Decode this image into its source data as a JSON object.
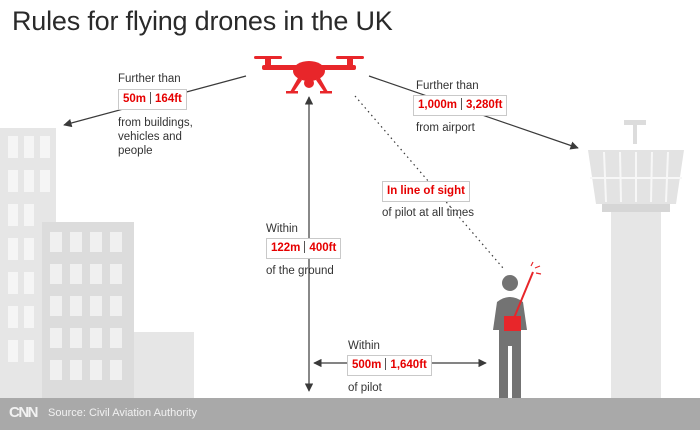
{
  "title": "Rules for flying drones in the UK",
  "rules": {
    "people": {
      "above": "Further than",
      "metric": "50m",
      "imperial": "164ft",
      "below_lines": [
        "from buildings,",
        "vehicles and",
        "people"
      ]
    },
    "airport": {
      "above": "Further than",
      "metric": "1,000m",
      "imperial": "3,280ft",
      "below": "from airport"
    },
    "sight": {
      "headline": "In line of sight",
      "below": "of pilot at all times"
    },
    "height": {
      "above": "Within",
      "metric": "122m",
      "imperial": "400ft",
      "below": "of the ground"
    },
    "pilot_distance": {
      "above": "Within",
      "metric": "500m",
      "imperial": "1,640ft",
      "below": "of pilot"
    }
  },
  "footer": {
    "logo": "CNN",
    "source": "Source: Civil Aviation Authority"
  },
  "colors": {
    "accent": "#e60000",
    "buildings": "#e6e6e6",
    "ground": "#a9a9a9",
    "pilot": "#737373",
    "text": "#333333"
  },
  "icons": {
    "drone": "quadcopter-drone-icon",
    "pilot": "pilot-with-remote-icon",
    "tower": "airport-control-tower-icon"
  }
}
